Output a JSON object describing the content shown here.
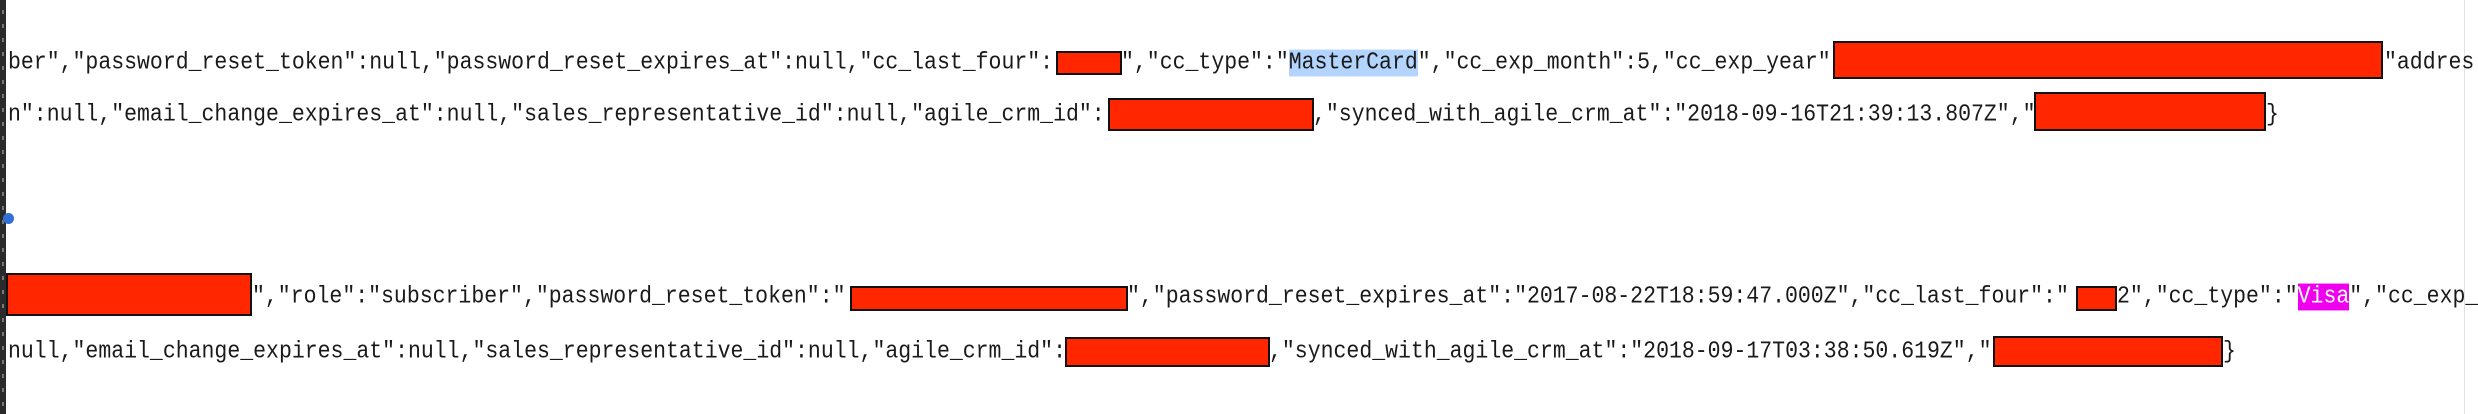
{
  "record1": {
    "line1": {
      "seg_a": "ber\",\"password_reset_token\":null,\"password_reset_expires_at\":null,\"cc_last_four\":",
      "seg_b1": "\",\"cc_type\":\"",
      "cc_type": "MasterCard",
      "seg_b2": "\",\"cc_exp_month\":5,\"cc_exp_year\":",
      "seg_c": "\"addres"
    },
    "line2": {
      "seg_a": "n\":null,\"email_change_expires_at\":null,\"sales_representative_id\":null,\"agile_crm_id\":",
      "seg_b": ",\"synced_with_agile_crm_at\":\"2018-09-16T21:39:13.807Z\",\"",
      "seg_c": "}"
    }
  },
  "record2": {
    "line1": {
      "seg_a": "\",\"role\":\"subscriber\",\"password_reset_token\":\"",
      "seg_b": "\",\"password_reset_expires_at\":\"2017-08-22T18:59:47.000Z\",\"cc_last_four\":\"",
      "seg_c1": "2\",\"cc_type\":\"",
      "cc_type": "Visa",
      "seg_c2": "\",\"cc_exp_"
    },
    "line2": {
      "seg_a": "null,\"email_change_expires_at\":null,\"sales_representative_id\":null,\"agile_crm_id\":",
      "seg_b": ",\"synced_with_agile_crm_at\":\"2018-09-17T03:38:50.619Z\",\"",
      "seg_c": "}"
    }
  },
  "colors": {
    "redaction": "#ff2600",
    "selection": "#b3d4fc",
    "match_highlight": "#ee00ee"
  }
}
